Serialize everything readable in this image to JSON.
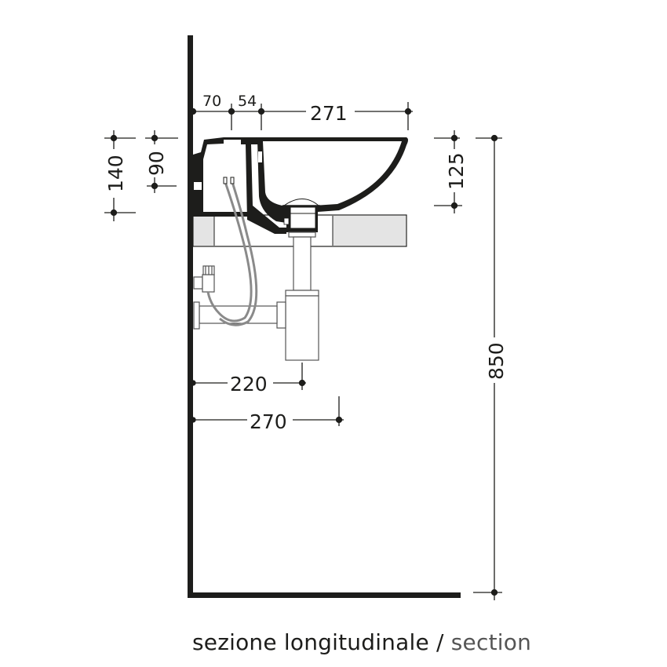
{
  "drawing": {
    "title": "Wall-hung washbasin longitudinal section",
    "colors": {
      "ink": "#1d1d1b",
      "shelf_fill": "#e4e4e4",
      "hose": "#8a8a8a",
      "background": "#ffffff"
    },
    "dimensions": {
      "top_offset_1": "70",
      "top_offset_2": "54",
      "basin_depth": "271",
      "overall_height": "140",
      "wall_mount_height": "90",
      "bowl_height": "125",
      "floor_to_top": "850",
      "waste_outlet_distance": "220",
      "trap_distance": "270"
    }
  },
  "caption": {
    "primary": "sezione longitudinale",
    "separator": "/",
    "secondary": "section"
  }
}
